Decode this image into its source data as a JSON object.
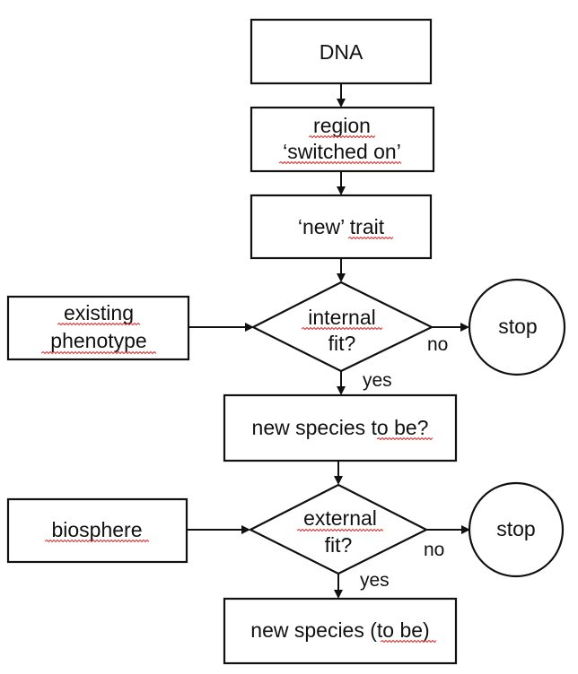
{
  "diagram": {
    "nodes": {
      "dna": {
        "lines": [
          "DNA"
        ]
      },
      "region": {
        "lines": [
          "region",
          "‘switched on’"
        ]
      },
      "trait": {
        "lines": [
          "‘new’ trait"
        ]
      },
      "internal_fit": {
        "lines": [
          "internal",
          "fit?"
        ]
      },
      "existing_phenotype": {
        "lines": [
          "existing",
          "phenotype"
        ]
      },
      "stop_1": {
        "lines": [
          "stop"
        ]
      },
      "new_species_q": {
        "lines": [
          "new species to be?"
        ]
      },
      "external_fit": {
        "lines": [
          "external",
          "fit?"
        ]
      },
      "biosphere": {
        "lines": [
          "biosphere"
        ]
      },
      "stop_2": {
        "lines": [
          "stop"
        ]
      },
      "new_species_final": {
        "lines": [
          "new species (to be)"
        ]
      }
    },
    "edge_labels": {
      "internal_no": "no",
      "internal_yes": "yes",
      "external_no": "no",
      "external_yes": "yes"
    },
    "spellcheck_color": "#e03030"
  }
}
